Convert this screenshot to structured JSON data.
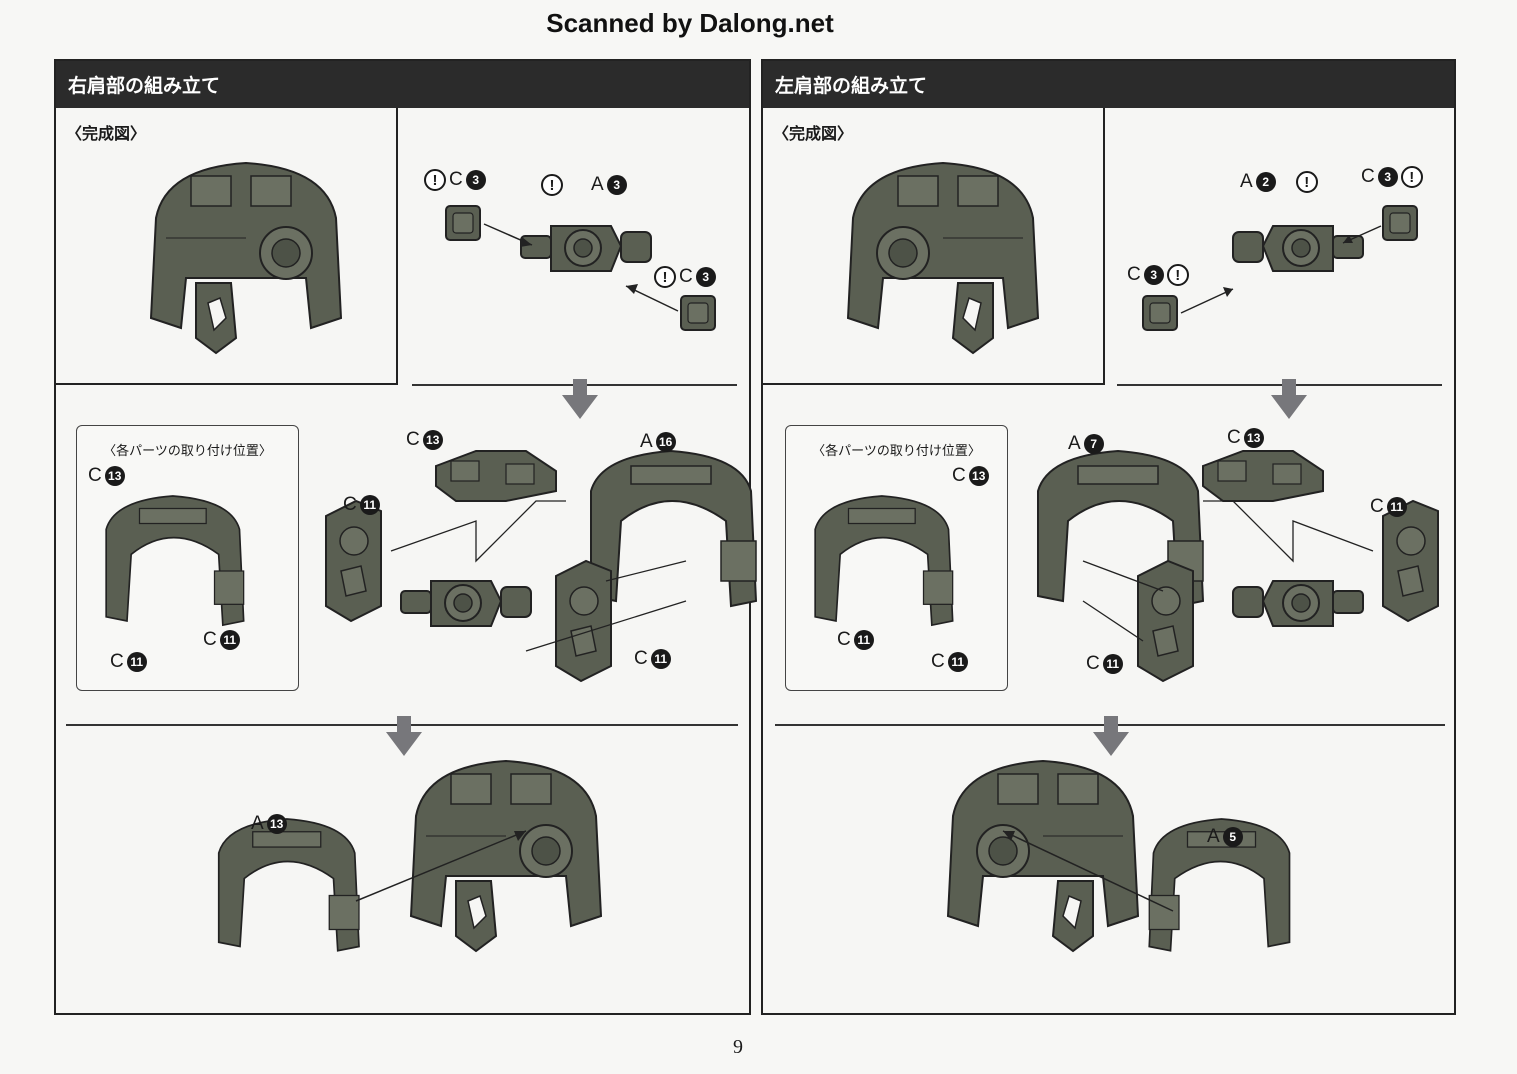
{
  "watermark": "Scanned by Dalong.net",
  "page_number": "9",
  "colors": {
    "part_fill": "#5a5f52",
    "part_stroke": "#222222",
    "header_bg": "#2b2b2b",
    "arrow": "#77777b"
  },
  "icons": {
    "warning": "!"
  },
  "right_shoulder": {
    "title": "右肩部の組み立て",
    "completed_label": "〈完成図〉",
    "inset_title": "〈各パーツの取り付け位置〉",
    "step1": [
      {
        "letter": "C",
        "num": "3"
      },
      {
        "letter": "A",
        "num": "3"
      },
      {
        "letter": "C",
        "num": "3"
      }
    ],
    "step2": [
      {
        "letter": "C",
        "num": "13"
      },
      {
        "letter": "A",
        "num": "16"
      },
      {
        "letter": "C",
        "num": "11"
      },
      {
        "letter": "C",
        "num": "11"
      }
    ],
    "inset": [
      {
        "letter": "C",
        "num": "13"
      },
      {
        "letter": "C",
        "num": "11"
      },
      {
        "letter": "C",
        "num": "11"
      }
    ],
    "step3": [
      {
        "letter": "A",
        "num": "13"
      }
    ]
  },
  "left_shoulder": {
    "title": "左肩部の組み立て",
    "completed_label": "〈完成図〉",
    "inset_title": "〈各パーツの取り付け位置〉",
    "step1": [
      {
        "letter": "A",
        "num": "2"
      },
      {
        "letter": "C",
        "num": "3"
      },
      {
        "letter": "C",
        "num": "3"
      }
    ],
    "step2": [
      {
        "letter": "A",
        "num": "7"
      },
      {
        "letter": "C",
        "num": "13"
      },
      {
        "letter": "C",
        "num": "11"
      },
      {
        "letter": "C",
        "num": "11"
      }
    ],
    "inset": [
      {
        "letter": "C",
        "num": "13"
      },
      {
        "letter": "C",
        "num": "11"
      },
      {
        "letter": "C",
        "num": "11"
      }
    ],
    "step3": [
      {
        "letter": "A",
        "num": "5"
      }
    ]
  }
}
